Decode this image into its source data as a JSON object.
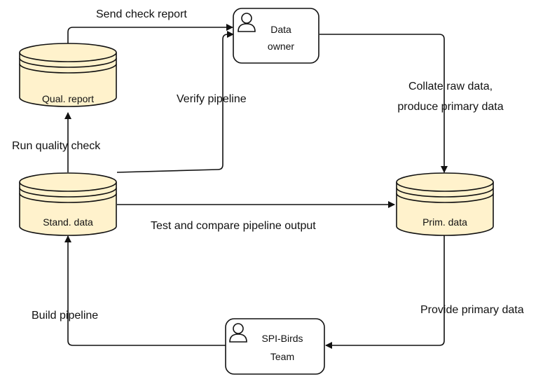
{
  "colors": {
    "db_fill": "#fff2cc",
    "stroke": "#111111",
    "background": "#ffffff"
  },
  "nodes": {
    "qual_report": {
      "label": "Qual. report",
      "shape": "database"
    },
    "stand_data": {
      "label": "Stand. data",
      "shape": "database"
    },
    "prim_data": {
      "label": "Prim. data",
      "shape": "database"
    },
    "data_owner": {
      "label_line1": "Data",
      "label_line2": "owner",
      "shape": "rounded-box",
      "icon": "person-icon"
    },
    "spi_birds_team": {
      "label_line1": "SPI-Birds",
      "label_line2": "Team",
      "shape": "rounded-box",
      "icon": "person-icon"
    }
  },
  "edges": {
    "send_check_report": "Send check report",
    "verify_pipeline": "Verify pipeline",
    "collate_line1": "Collate raw data,",
    "collate_line2": "produce primary data",
    "run_quality_check": "Run quality check",
    "test_and_compare": "Test and compare pipeline output",
    "provide_primary_data": "Provide primary data",
    "build_pipeline": "Build pipeline"
  }
}
